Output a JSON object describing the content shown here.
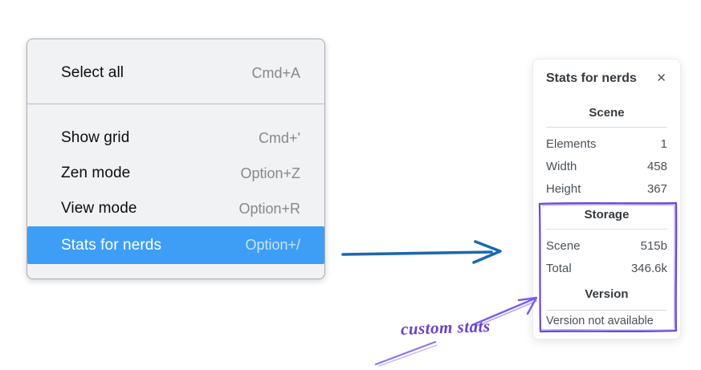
{
  "menu": {
    "items": [
      {
        "label": "Select all",
        "shortcut": "Cmd+A",
        "highlighted": false
      },
      {
        "label": "Show grid",
        "shortcut": "Cmd+'",
        "highlighted": false
      },
      {
        "label": "Zen mode",
        "shortcut": "Option+Z",
        "highlighted": false
      },
      {
        "label": "View mode",
        "shortcut": "Option+R",
        "highlighted": false
      },
      {
        "label": "Stats for nerds",
        "shortcut": "Option+/",
        "highlighted": true
      }
    ],
    "highlight_color": "#3e9ef5"
  },
  "panel": {
    "title": "Stats for nerds",
    "close_glyph": "✕",
    "sections": [
      {
        "heading": "Scene",
        "rows": [
          [
            "Elements",
            "1"
          ],
          [
            "Width",
            "458"
          ],
          [
            "Height",
            "367"
          ]
        ]
      },
      {
        "heading": "Storage",
        "rows": [
          [
            "Scene",
            "515b"
          ],
          [
            "Total",
            "346.6k"
          ]
        ]
      },
      {
        "heading": "Version",
        "note": "Version not available"
      }
    ]
  },
  "annotation": {
    "label": "custom stats",
    "color": "#6a3fd0"
  },
  "colors": {
    "flow_arrow_blue": "#1c68b0",
    "annotation_purple": "#6c45d8",
    "highlight_box_purple": "#6c45d8"
  }
}
